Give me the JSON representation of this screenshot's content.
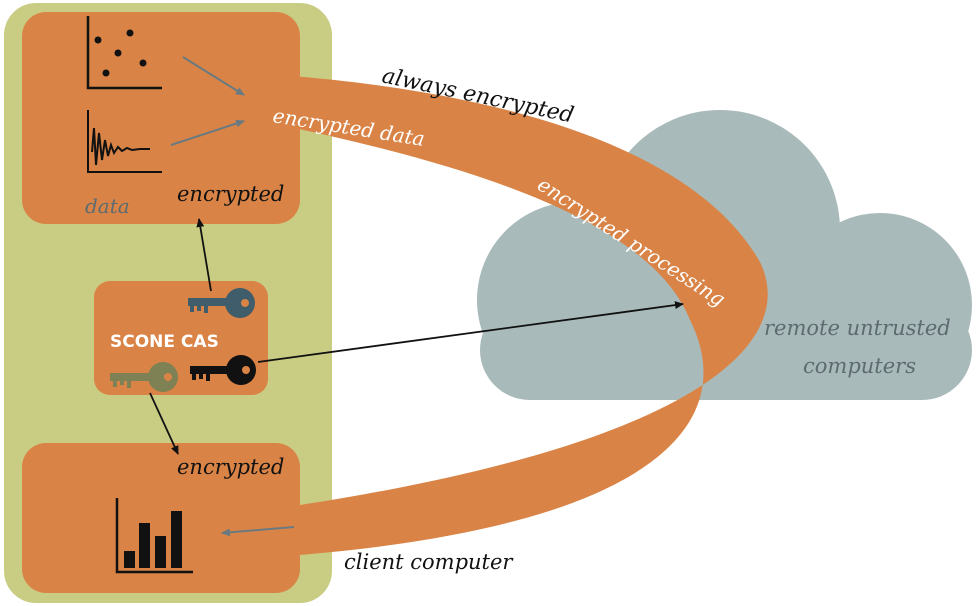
{
  "labels": {
    "always_encrypted": "always encrypted",
    "encrypted_data": "encrypted data",
    "encrypted_processing": "encrypted processing",
    "data": "data",
    "encrypted_top": "encrypted",
    "encrypted_bottom": "encrypted",
    "scone_cas": "SCONE CAS",
    "remote_line1": "remote untrusted",
    "remote_line2": "computers",
    "client_computer": "client computer"
  },
  "colors": {
    "client_bg": "#c9cd84",
    "orange": "#d98446",
    "cloud": "#a9babb",
    "text_dark": "#111111",
    "text_gray": "#5d6b70",
    "key_teal": "#3f5d6a",
    "key_olive": "#7d8154",
    "key_black": "#111111"
  },
  "icons": {
    "scatter": "scatter-plot-icon",
    "signal": "waveform-icon",
    "bars": "bar-chart-icon",
    "keys": "key-icon"
  }
}
